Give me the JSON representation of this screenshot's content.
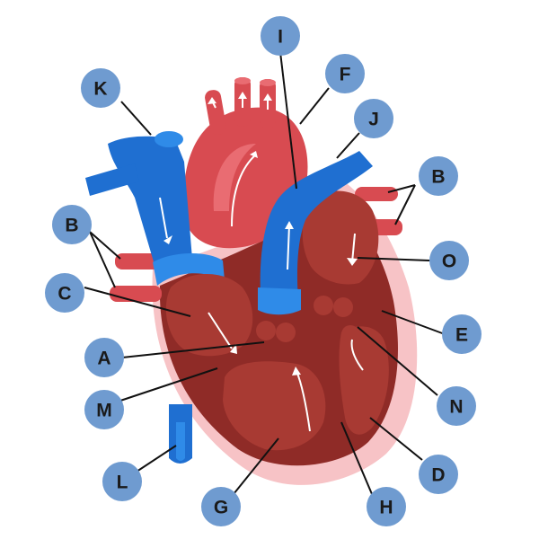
{
  "diagram": {
    "colors": {
      "label_circle": "#6f9bd0",
      "vein_blue": "#1f6fd1",
      "vein_light": "#2f8be8",
      "artery_red": "#d84b51",
      "muscle": "#8f2b27",
      "chamber": "#a83a33",
      "pericardium": "#f7c3c6"
    },
    "labels": [
      {
        "id": "A",
        "text": "A",
        "points_to": "tricuspid valve"
      },
      {
        "id": "B1",
        "text": "B",
        "points_to": "right pulmonary veins"
      },
      {
        "id": "B2",
        "text": "B",
        "points_to": "left pulmonary veins"
      },
      {
        "id": "C",
        "text": "C",
        "points_to": "right atrium"
      },
      {
        "id": "D",
        "text": "D",
        "points_to": "left ventricle wall"
      },
      {
        "id": "E",
        "text": "E",
        "points_to": "left atrium wall"
      },
      {
        "id": "F",
        "text": "F",
        "points_to": "aorta"
      },
      {
        "id": "G",
        "text": "G",
        "points_to": "right ventricle"
      },
      {
        "id": "H",
        "text": "H",
        "points_to": "septum"
      },
      {
        "id": "I",
        "text": "I",
        "points_to": "pulmonary artery"
      },
      {
        "id": "J",
        "text": "J",
        "points_to": "pulmonary artery branch"
      },
      {
        "id": "K",
        "text": "K",
        "points_to": "superior vena cava"
      },
      {
        "id": "L",
        "text": "L",
        "points_to": "inferior vena cava"
      },
      {
        "id": "M",
        "text": "M",
        "points_to": "right ventricle wall"
      },
      {
        "id": "N",
        "text": "N",
        "points_to": "mitral valve"
      },
      {
        "id": "O",
        "text": "O",
        "points_to": "left atrium"
      }
    ]
  }
}
